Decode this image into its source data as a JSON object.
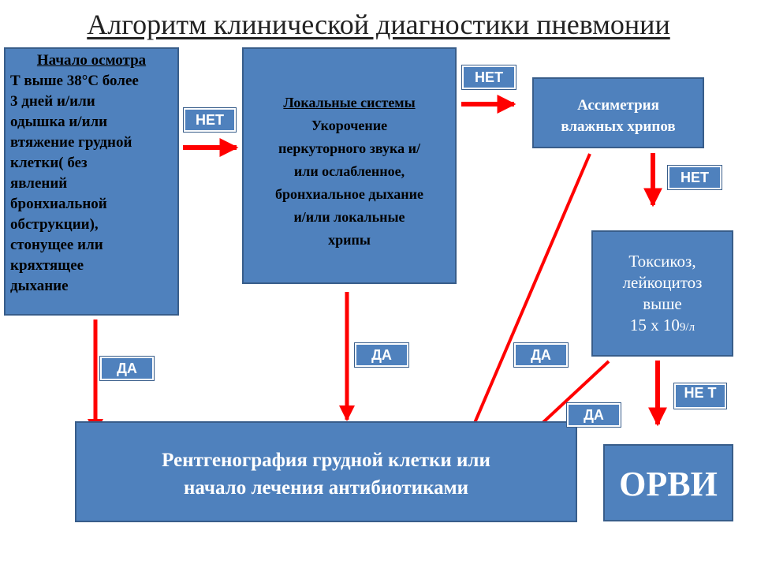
{
  "title": "Алгоритм клинической диагностики пневмонии",
  "colors": {
    "box": "#4f81bd",
    "arrow": "#ff0000"
  },
  "box_start": {
    "heading": "Начало осмотра",
    "lines": [
      "Т выше 38°С более",
      "3 дней и/или",
      "одышка и/или",
      "втяжение грудной",
      "клетки( без",
      "явлений",
      "бронхиальной",
      "обструкции),",
      "стонущее или",
      "кряхтящее",
      "дыхание"
    ]
  },
  "box_local": {
    "heading": "Локальные системы",
    "lines": [
      "Укорочение",
      "перкуторного звука и/",
      "или ослабленное,",
      "бронхиальное дыхание",
      "и/или локальные",
      "хрипы"
    ]
  },
  "box_asym": {
    "lines": [
      "Ассиметрия",
      "влажных хрипов"
    ]
  },
  "box_tox": {
    "line1": "Токсикоз,",
    "line2": "лейкоцитоз",
    "line3": "выше",
    "line4_main": "15 х 10",
    "line4_sup": "9/л"
  },
  "box_xray": {
    "lines": [
      "Рентгенография грудной клетки или",
      "начало лечения антибиотиками"
    ]
  },
  "box_orvi": {
    "text": "ОРВИ"
  },
  "labels": {
    "no1": "НЕТ",
    "no2": "НЕТ",
    "no3": "НЕТ",
    "no4": "НЕ Т",
    "yes1": "ДА",
    "yes2": "ДА",
    "yes3": "ДА",
    "yes4": "ДА"
  }
}
